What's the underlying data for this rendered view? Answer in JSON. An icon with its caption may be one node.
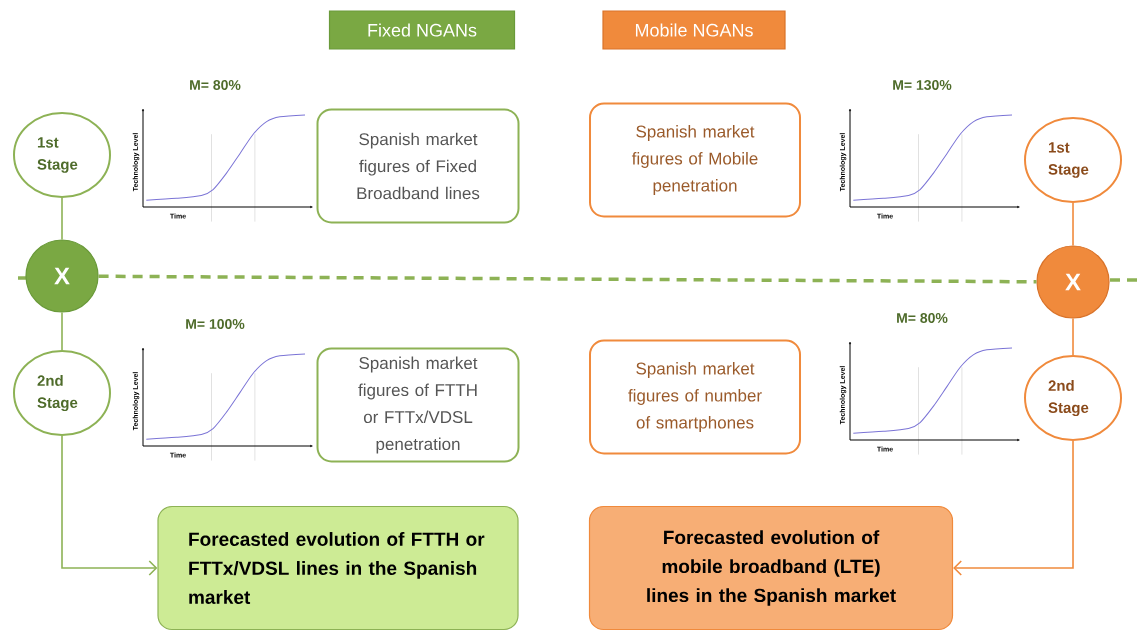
{
  "diagram": {
    "nodes": [
      {
        "text": [
          "Fixed NGANs"
        ]
      },
      {
        "text": [
          "Mobile NGANs"
        ]
      },
      {
        "text": [
          "1st Stage"
        ]
      },
      {
        "text": [
          "X"
        ]
      },
      {
        "text": [
          "2nd Stage"
        ]
      },
      {
        "text": [
          "Spanish market figures of Fixed Broadband lines"
        ]
      },
      {
        "text": [
          "Spanish market figures of FTTH or FTTx/VDSL penetration"
        ]
      },
      {
        "text": [
          "Forecasted evolution of FTTH or FTTx/VDSL lines in the Spanish market"
        ]
      },
      {
        "text": [
          "Spanish market figures of Mobile penetration"
        ]
      },
      {
        "text": [
          "1st Stage"
        ]
      },
      {
        "text": [
          "X"
        ]
      },
      {
        "text": [
          "2nd Stage"
        ]
      },
      {
        "text": [
          "Spanish market figures of number of smartphones"
        ]
      },
      {
        "text": [
          "Forecasted evolution of mobile broadband (LTE) lines in the Spanish market"
        ]
      }
    ],
    "edges": [
      {
        "from": 2,
        "to": 3,
        "arrow": "none",
        "color": "#8db255"
      },
      {
        "from": 3,
        "to": 4,
        "arrow": "none",
        "color": "#8db255"
      },
      {
        "from": 4,
        "to": 7,
        "arrow": "to",
        "color": "#8db255"
      },
      {
        "from": 3,
        "to": 10,
        "arrow": "none",
        "style": "dashed",
        "color": "#8db255"
      },
      {
        "from": 9,
        "to": 10,
        "arrow": "none",
        "color": "#f08a3c"
      },
      {
        "from": 10,
        "to": 11,
        "arrow": "none",
        "color": "#f08a3c"
      },
      {
        "from": 11,
        "to": 13,
        "arrow": "to",
        "color": "#f08a3c"
      }
    ],
    "labels": [
      "M= 80%",
      "Technology Level",
      "Time",
      "M= 130%",
      "Technology Level",
      "Time",
      "M= 100%",
      "Technology Level",
      "Time",
      "M= 80%",
      "Technology Level",
      "Time"
    ]
  }
}
